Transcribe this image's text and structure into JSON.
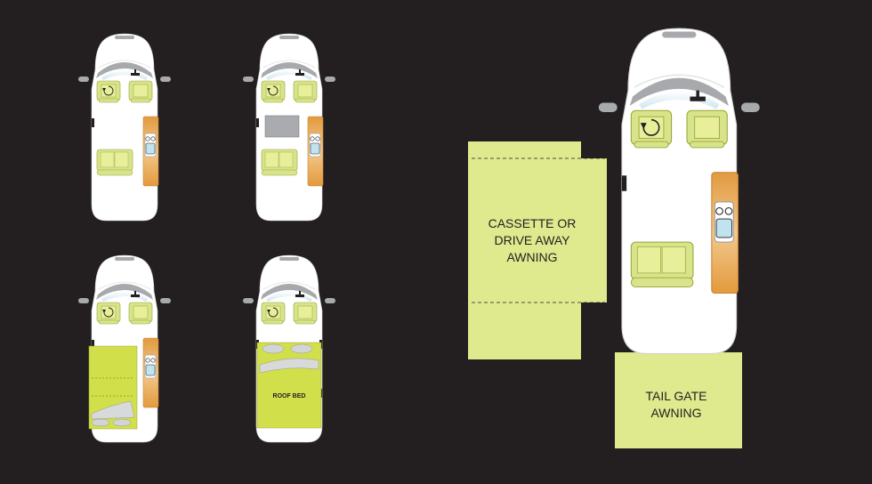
{
  "awnings": {
    "side_label_lines": [
      "CASSETTE OR",
      "DRIVE AWAY",
      "AWNING"
    ],
    "tail_label_lines": [
      "TAIL GATE",
      "AWNING"
    ]
  },
  "layouts": {
    "roof_bed_label": "ROOF BED"
  },
  "colors": {
    "background": "#231f20",
    "van_body": "#ffffff",
    "seat": "#d8e48a",
    "awning": "#dfe98d",
    "bed": "#d1e04a",
    "table": "#a9abae",
    "kitchen": "#e8a24a",
    "pillow": "#d3d4d5"
  },
  "icons": {
    "swivel": "rotate-arrow-icon",
    "sink": "sink-icon",
    "stove": "stove-icon"
  }
}
